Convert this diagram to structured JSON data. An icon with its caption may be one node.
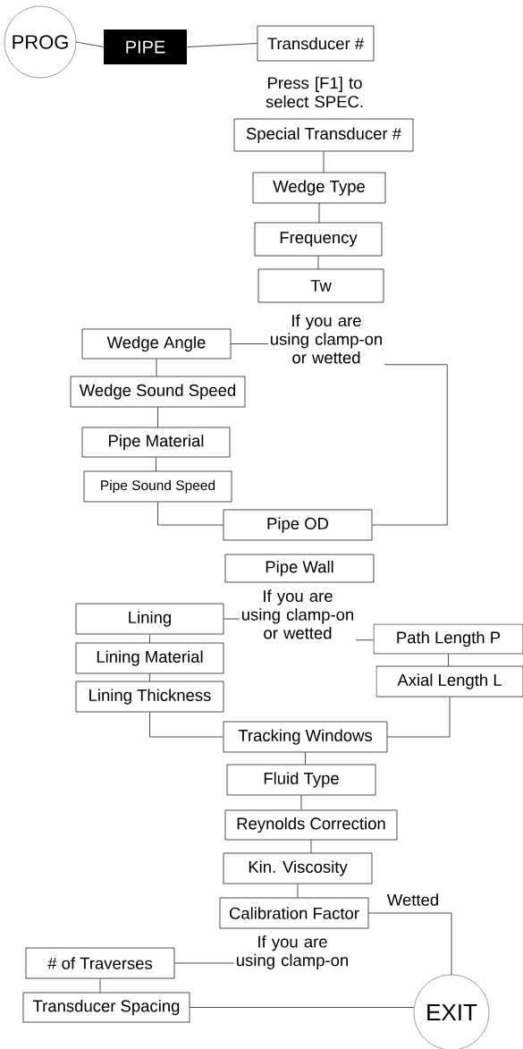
{
  "diagram": {
    "nodes": [
      {
        "text": [
          "PROG"
        ]
      },
      {
        "text": [
          "PIPE"
        ]
      },
      {
        "text": [
          "Transducer #"
        ]
      },
      {
        "text": [
          "Special Transducer #"
        ]
      },
      {
        "text": [
          "Wedge Type"
        ]
      },
      {
        "text": [
          "Frequency"
        ]
      },
      {
        "text": [
          "Tw"
        ]
      },
      {
        "text": [
          "If you are using clamp-on or wetted"
        ]
      },
      {
        "text": [
          "Wedge Angle"
        ]
      },
      {
        "text": [
          "Wedge Sound Speed"
        ]
      },
      {
        "text": [
          "Pipe Material"
        ]
      },
      {
        "text": [
          "Pipe Sound Speed"
        ]
      },
      {
        "text": [
          "Pipe OD"
        ]
      },
      {
        "text": [
          "Pipe Wall"
        ]
      },
      {
        "text": [
          "If you are using clamp-on or wetted"
        ]
      },
      {
        "text": [
          "Lining"
        ]
      },
      {
        "text": [
          "Lining Material"
        ]
      },
      {
        "text": [
          "Lining Thickness"
        ]
      },
      {
        "text": [
          "Path Length P"
        ]
      },
      {
        "text": [
          "Axial Length L"
        ]
      },
      {
        "text": [
          "Tracking Windows"
        ]
      },
      {
        "text": [
          "Fluid Type"
        ]
      },
      {
        "text": [
          "Reynolds Correction"
        ]
      },
      {
        "text": [
          "Kin. Viscosity"
        ]
      },
      {
        "text": [
          "Calibration Factor"
        ]
      },
      {
        "text": [
          "If you are using clamp-on"
        ]
      },
      {
        "text": [
          "# of Traverses"
        ]
      },
      {
        "text": [
          "Transducer Spacing"
        ]
      },
      {
        "text": [
          "EXIT"
        ]
      }
    ],
    "edges": [
      {
        "from": 0,
        "to": 1,
        "arrow": "none"
      },
      {
        "from": 1,
        "to": 2,
        "arrow": "none"
      },
      {
        "from": 3,
        "to": 4,
        "arrow": "none"
      },
      {
        "from": 4,
        "to": 5,
        "arrow": "none"
      },
      {
        "from": 5,
        "to": 6,
        "arrow": "none"
      },
      {
        "from": 8,
        "to": 7,
        "arrow": "none"
      },
      {
        "from": 7,
        "to": 12,
        "arrow": "none"
      },
      {
        "from": 8,
        "to": 9,
        "arrow": "none"
      },
      {
        "from": 9,
        "to": 10,
        "arrow": "none"
      },
      {
        "from": 10,
        "to": 11,
        "arrow": "none"
      },
      {
        "from": 11,
        "to": 12,
        "arrow": "none"
      },
      {
        "from": 15,
        "to": 14,
        "arrow": "none"
      },
      {
        "from": 14,
        "to": 18,
        "arrow": "none"
      },
      {
        "from": 15,
        "to": 16,
        "arrow": "none"
      },
      {
        "from": 16,
        "to": 17,
        "arrow": "none"
      },
      {
        "from": 18,
        "to": 19,
        "arrow": "none"
      },
      {
        "from": 17,
        "to": 20,
        "arrow": "none"
      },
      {
        "from": 19,
        "to": 20,
        "arrow": "none"
      },
      {
        "from": 20,
        "to": 21,
        "arrow": "none"
      },
      {
        "from": 21,
        "to": 22,
        "arrow": "none"
      },
      {
        "from": 22,
        "to": 23,
        "arrow": "none"
      },
      {
        "from": 23,
        "to": 24,
        "arrow": "none"
      },
      {
        "from": 24,
        "to": 28,
        "arrow": "none",
        "label": "Wetted"
      },
      {
        "from": 25,
        "to": 26,
        "arrow": "none"
      },
      {
        "from": 26,
        "to": 27,
        "arrow": "none"
      },
      {
        "from": 27,
        "to": 28,
        "arrow": "none"
      }
    ],
    "labels": [
      "Press [F1] to select SPEC."
    ]
  }
}
